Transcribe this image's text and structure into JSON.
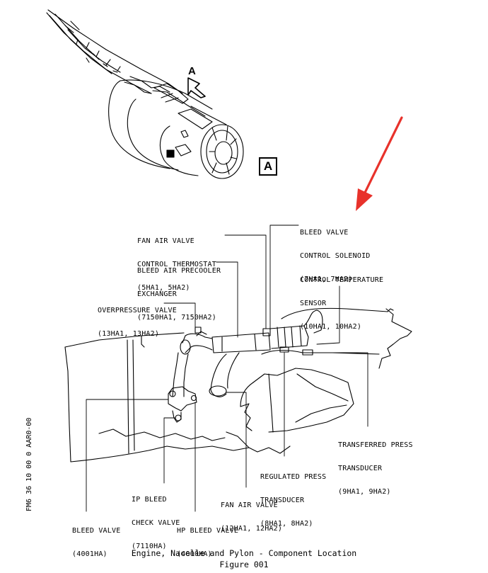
{
  "view_marker": "A",
  "arrow_marker": "A",
  "labels": {
    "bleed_valve_control_solenoid": [
      "BLEED VALVE",
      "CONTROL SOLENOID",
      "(7HA1, 7HA2)"
    ],
    "fan_air_valve_control_thermostat": [
      "FAN AIR VALVE",
      "CONTROL THERMOSTAT",
      "(5HA1, 5HA2)"
    ],
    "bleed_air_precooler_exchanger": [
      "BLEED AIR PRECOOLER",
      "EXCHANGER",
      "(7150HA1, 7150HA2)"
    ],
    "control_temperature_sensor": [
      "CONTROL TEMPERATURE",
      "SENSOR",
      "(10HA1, 10HA2)"
    ],
    "overpressure_valve": [
      "OVERPRESSURE VALVE",
      "(13HA1, 13HA2)"
    ],
    "transferred_press_transducer": [
      "TRANSFERRED PRESS",
      "TRANSDUCER",
      "(9HA1, 9HA2)"
    ],
    "regulated_press_transducer": [
      "REGULATED PRESS",
      "TRANSDUCER",
      "(8HA1, 8HA2)"
    ],
    "ip_bleed_check_valve": [
      "IP BLEED",
      "CHECK VALVE",
      "(7110HA)"
    ],
    "fan_air_valve": [
      "FAN AIR VALVE",
      "(12HA1, 12HA2)"
    ],
    "bleed_valve": [
      "BLEED VALVE",
      "(4001HA)"
    ],
    "hp_bleed_valve": [
      "HP BLEED VALVE",
      "(4000HA)"
    ]
  },
  "figure_id": "FM6 36 10 00 0 AAR0-00",
  "caption": {
    "title": "Engine, Nacelle and Pylon - Component Location",
    "figure": "Figure 001"
  },
  "colors": {
    "ink": "#000000",
    "pointer_arrow": "#e8322b"
  }
}
